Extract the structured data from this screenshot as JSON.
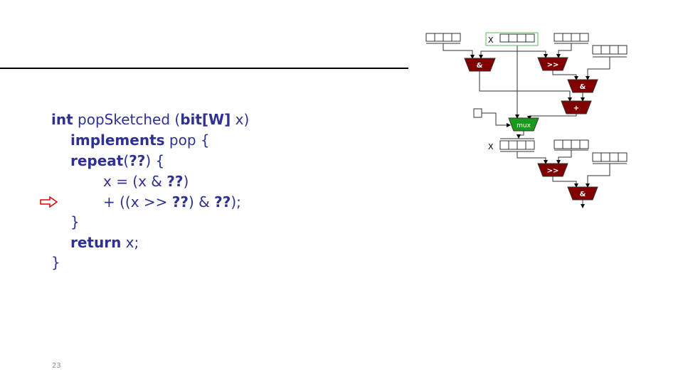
{
  "code": {
    "lines": [
      [
        {
          "t": "int",
          "b": true
        },
        {
          "t": " popSketched (",
          "b": false
        },
        {
          "t": "bit[W]",
          "b": true
        },
        {
          "t": " x)",
          "b": false
        }
      ],
      [
        {
          "t": "implements",
          "b": true
        },
        {
          "t": " pop {",
          "b": false
        }
      ],
      [
        {
          "t": "repeat",
          "b": true
        },
        {
          "t": "(",
          "b": false
        },
        {
          "t": "??",
          "b": true
        },
        {
          "t": ") {",
          "b": false
        }
      ],
      [
        {
          "t": "x = (x & ",
          "b": false
        },
        {
          "t": "??",
          "b": true
        },
        {
          "t": ")",
          "b": false
        }
      ],
      [
        {
          "t": "+ ((x >> ",
          "b": false
        },
        {
          "t": "??",
          "b": true
        },
        {
          "t": ") & ",
          "b": false
        },
        {
          "t": "??",
          "b": true
        },
        {
          "t": ");",
          "b": false
        }
      ],
      [
        {
          "t": "}",
          "b": false
        }
      ],
      [
        {
          "t": "return",
          "b": true
        },
        {
          "t": " x;",
          "b": false
        }
      ],
      [
        {
          "t": "}",
          "b": false
        }
      ]
    ],
    "current_line_marker": "right-arrow-icon"
  },
  "diagram": {
    "input_label": "X",
    "output_label": "X",
    "gates": {
      "and": "&",
      "shift": ">>",
      "plus": "+",
      "mux": "mux"
    },
    "colors": {
      "gate": "#800000",
      "mux": "#1a9a1a",
      "highlight": "#5cb85c",
      "code": "#2e3192",
      "arrow": "#e00000"
    }
  },
  "page_number": "23"
}
